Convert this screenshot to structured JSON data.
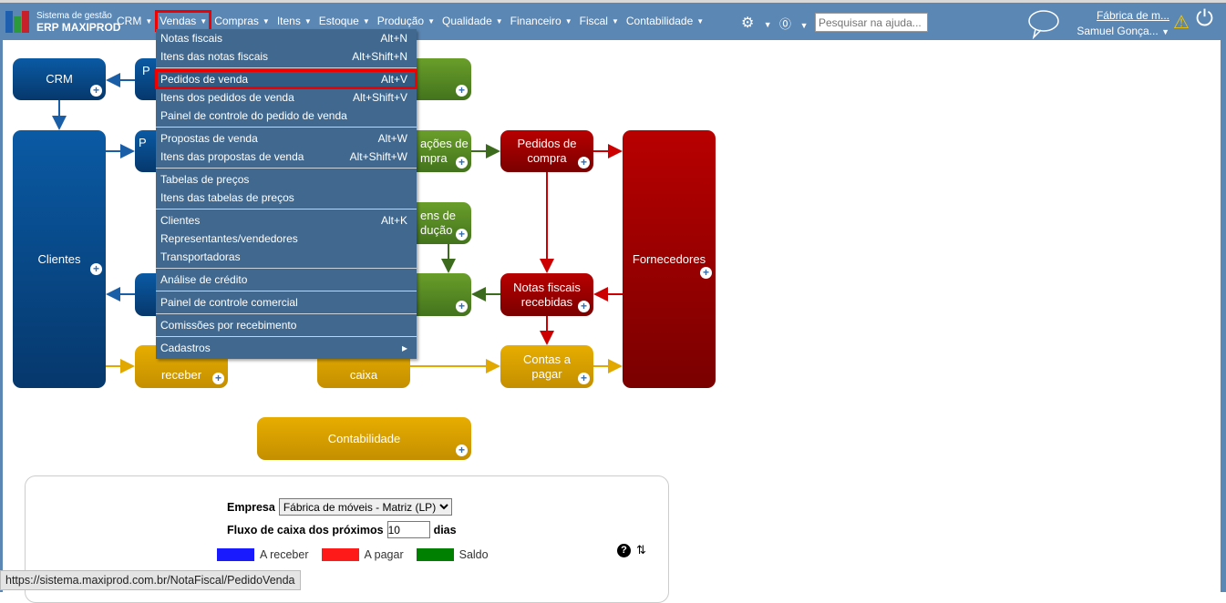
{
  "app": {
    "brand_small": "Sistema de gestão",
    "brand_name": "ERP MAXIPROD"
  },
  "nav": [
    {
      "label": "CRM"
    },
    {
      "label": "Vendas",
      "active": true
    },
    {
      "label": "Compras"
    },
    {
      "label": "Itens"
    },
    {
      "label": "Estoque"
    },
    {
      "label": "Produção"
    },
    {
      "label": "Qualidade"
    },
    {
      "label": "Financeiro"
    },
    {
      "label": "Fiscal"
    },
    {
      "label": "Contabilidade"
    }
  ],
  "search": {
    "placeholder": "Pesquisar na ajuda..."
  },
  "user": {
    "company": "Fábrica de m...",
    "name": "Samuel Gonça..."
  },
  "menu": {
    "items": [
      {
        "label": "Notas fiscais",
        "shortcut": "Alt+N"
      },
      {
        "label": "Itens das notas fiscais",
        "shortcut": "Alt+Shift+N"
      },
      {
        "label": "Pedidos de venda",
        "shortcut": "Alt+V",
        "selected": true
      },
      {
        "label": "Itens dos pedidos de venda",
        "shortcut": "Alt+Shift+V"
      },
      {
        "label": "Painel de controle do pedido de venda",
        "shortcut": ""
      },
      {
        "label": "Propostas de venda",
        "shortcut": "Alt+W"
      },
      {
        "label": "Itens das propostas de venda",
        "shortcut": "Alt+Shift+W"
      },
      {
        "label": "Tabelas de preços",
        "shortcut": ""
      },
      {
        "label": "Itens das tabelas de preços",
        "shortcut": ""
      },
      {
        "label": "Clientes",
        "shortcut": "Alt+K"
      },
      {
        "label": "Representantes/vendedores",
        "shortcut": ""
      },
      {
        "label": "Transportadoras",
        "shortcut": ""
      },
      {
        "label": "Análise de crédito",
        "shortcut": ""
      },
      {
        "label": "Painel de controle comercial",
        "shortcut": ""
      },
      {
        "label": "Comissões por recebimento",
        "shortcut": ""
      },
      {
        "label": "Cadastros",
        "shortcut": "▸"
      }
    ]
  },
  "diagram": {
    "crm": "CRM",
    "clientes": "Clientes",
    "col2_top": "P",
    "col2_mid": "P",
    "green_compra": "ações de\nmpra",
    "green_producao": "ens de\ndução",
    "pedidos_compra": "Pedidos de\ncompra",
    "fornecedores": "Fornecedores",
    "notas_recebidas": "Notas fiscais\nrecebidas",
    "receber": "receber",
    "caixa": "caixa",
    "contas_pagar": "Contas a\npagar",
    "contabilidade": "Contabilidade",
    "colors": {
      "blue": "#0a5aa4",
      "green": "#6a9e2a",
      "red": "#b80000",
      "yellow": "#e7ad00"
    }
  },
  "panel": {
    "empresa_label": "Empresa",
    "empresa_value": "Fábrica de móveis - Matriz (LP)",
    "fluxo_label": "Fluxo de caixa dos próximos",
    "fluxo_value": "10",
    "dias_label": "dias",
    "legend": [
      {
        "label": "A receber",
        "color": "#1a1aff"
      },
      {
        "label": "A pagar",
        "color": "#ff1a1a"
      },
      {
        "label": "Saldo",
        "color": "#008000"
      }
    ]
  },
  "statusbar": {
    "url": "https://sistema.maxiprod.com.br/NotaFiscal/PedidoVenda"
  }
}
